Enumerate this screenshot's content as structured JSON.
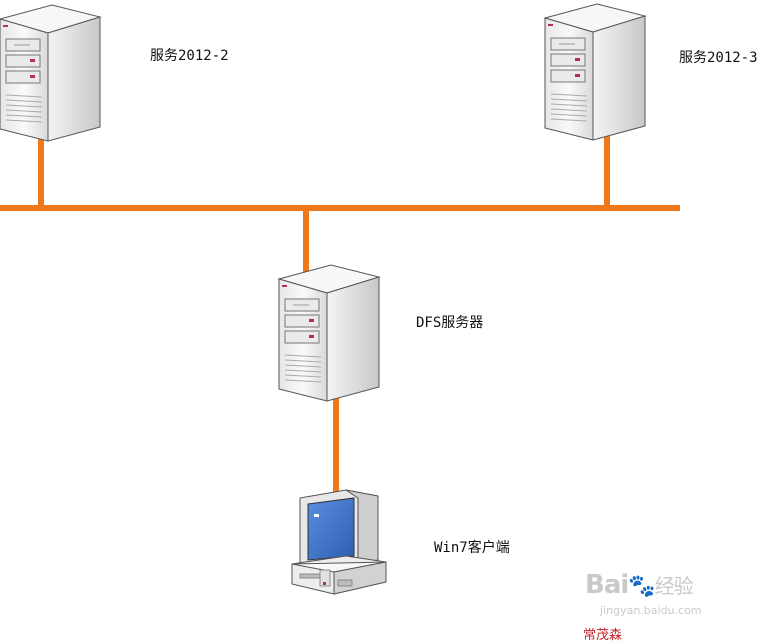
{
  "nodes": {
    "server_a": {
      "label": "服务2012-2"
    },
    "server_b": {
      "label": "服务2012-3"
    },
    "dfs_server": {
      "label": "DFS服务器"
    },
    "client": {
      "label": "Win7客户端"
    }
  },
  "watermark": {
    "brand": "Bai",
    "brand_cn": "经验",
    "url": "jingyan.baidu.com"
  },
  "author": "常茂森",
  "colors": {
    "link": "#f07818",
    "server_body": "#f2f2f2",
    "server_accent": "#b03060",
    "screen": "#4a7fd0"
  }
}
